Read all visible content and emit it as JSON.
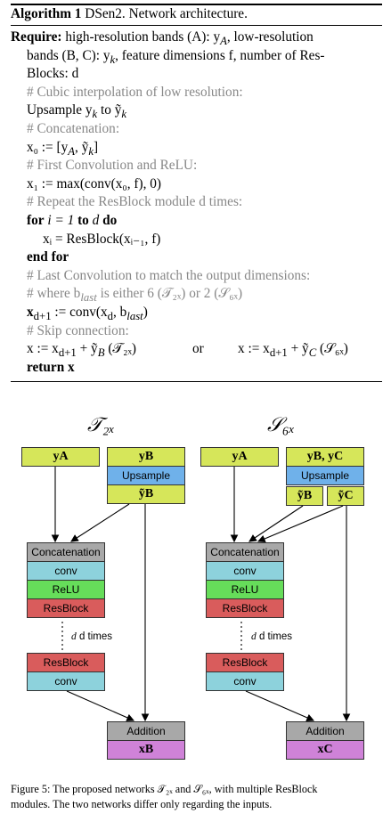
{
  "algorithm": {
    "label": "Algorithm 1",
    "title": "DSen2. Network architecture.",
    "require_kw": "Require:",
    "require_1": "high-resolution bands (A): y",
    "require_1_sub": "A",
    "require_1b": ", low-resolution",
    "require_2": "bands (B, C): y",
    "require_2_sub": "k",
    "require_2b": ", feature dimensions f, number of Res-",
    "require_3": "Blocks: d",
    "c1": "# Cubic interpolation of low resolution:",
    "l1": "Upsample y",
    "l1_sub": "k",
    "l1b": " to ỹ",
    "l1b_sub": "k",
    "c2": "# Concatenation:",
    "l2": "x₀ := [y",
    "l2_sub1": "A",
    "l2b": ", ỹ",
    "l2_sub2": "k",
    "l2c": "]",
    "c3": "# First Convolution and ReLU:",
    "l3": "x₁ := max(conv(x₀, f), 0)",
    "c4": "# Repeat the ResBlock module d times:",
    "l4_for": "for",
    "l4_mid": " i = 1 ",
    "l4_to": "to",
    "l4_d": " d ",
    "l4_do": "do",
    "l5": "xᵢ = ResBlock(xᵢ₋₁, f)",
    "l6": "end for",
    "c5": "# Last Convolution to match the output dimensions:",
    "c6": "# where b",
    "c6_sub": "last",
    "c6b": " is either 6 (𝒯₂ₓ) or 2 (𝒮₆ₓ)",
    "l7": "x",
    "l7_sub": "d+1",
    "l7b": " := conv(x",
    "l7_sub2": "d",
    "l7c": ", b",
    "l7_sub3": "last",
    "l7d": ")",
    "c7": "# Skip connection:",
    "l8a": "x := x",
    "l8a_sub": "d+1",
    "l8a2": " + ỹ",
    "l8a_sub2": "B",
    "l8a3": " (𝒯₂ₓ)",
    "l8_or": "or",
    "l8b": "x := x",
    "l8b_sub": "d+1",
    "l8b2": " + ỹ",
    "l8b_sub2": "C",
    "l8b3": " (𝒮₆ₓ)",
    "l9_kw": "return",
    "l9": " x"
  },
  "diagram": {
    "left_title": "𝒯₂ₓ",
    "right_title": "𝒮₆ₓ",
    "left": {
      "ya": "yA",
      "yb": "yB",
      "upsample": "Upsample",
      "ytb": "ỹB",
      "concat": "Concatenation",
      "conv1": "conv",
      "relu": "ReLU",
      "resblock1": "ResBlock",
      "dtimes": "d times",
      "resblock2": "ResBlock",
      "conv2": "conv",
      "addition": "Addition",
      "xout": "xB"
    },
    "right": {
      "ya": "yA",
      "ybc": "yB, yC",
      "upsample": "Upsample",
      "ytb": "ỹB",
      "ytc": "ỹC",
      "concat": "Concatenation",
      "conv1": "conv",
      "relu": "ReLU",
      "resblock1": "ResBlock",
      "dtimes": "d times",
      "resblock2": "ResBlock",
      "conv2": "conv",
      "addition": "Addition",
      "xout": "xC"
    }
  },
  "caption": {
    "line1": "Figure 5: The proposed networks 𝒯₂ₓ and 𝒮₆ₓ, with multiple ResBlock",
    "line2": "modules. The two networks differ only regarding the inputs."
  }
}
